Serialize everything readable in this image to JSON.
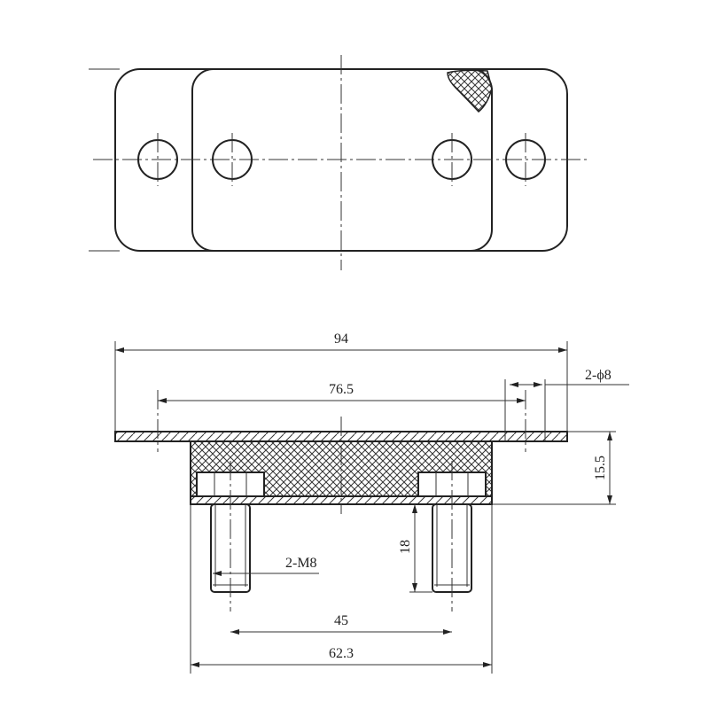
{
  "drawing": {
    "top_view": {
      "holes": 4
    },
    "side_view": {
      "dimensions": {
        "overall_length": "94",
        "hole_spacing": "76.5",
        "hole_callout": "2-ϕ8",
        "height": "15.5",
        "stud_length": "18",
        "stud_callout": "2-M8",
        "stud_spacing": "45",
        "block_length": "62.3"
      }
    },
    "colors": {
      "line": "#222222",
      "background": "#ffffff"
    }
  }
}
